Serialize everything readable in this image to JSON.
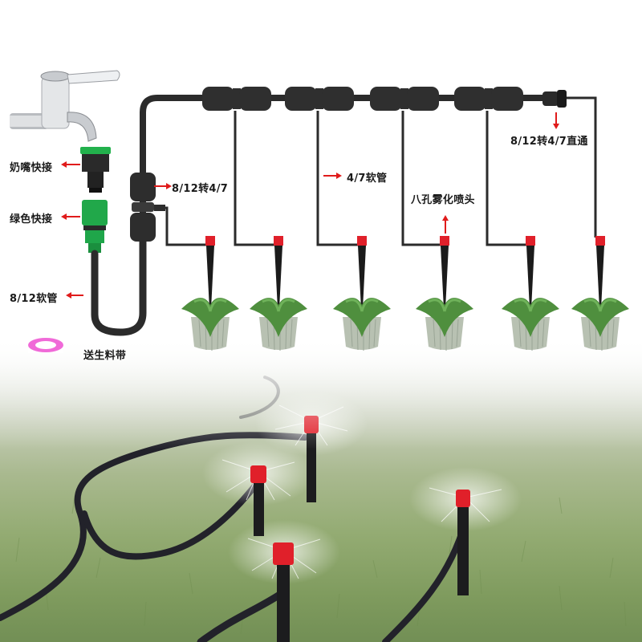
{
  "product": {
    "type": "misting irrigation kit diagram",
    "colors": {
      "tube": "#2b2b2b",
      "nozzle_cap": "#e0202a",
      "arrow": "#e01b1b",
      "connector_green": "#1fa64a",
      "teflon_tape": "#f06ad8",
      "pot": "#b9c2b3",
      "leaf": "#4f8f3e",
      "grass": "#8aa568"
    }
  },
  "labels": {
    "tap_connector": "奶嘴快接",
    "green_connector": "绿色快接",
    "main_hose": "8/12软管",
    "teflon_tape": "送生料带",
    "reducer_tee": "8/12转4/7",
    "branch_hose": "4/7软管",
    "nozzle": "八孔雾化喷头",
    "end_straight": "8/12转4/7直通"
  },
  "diagram": {
    "tee_connectors": 4,
    "nozzle_count": 6,
    "potted_plants": 6
  },
  "photo": {
    "description": "misting nozzles spraying on lawn",
    "visible_nozzles": 4
  }
}
